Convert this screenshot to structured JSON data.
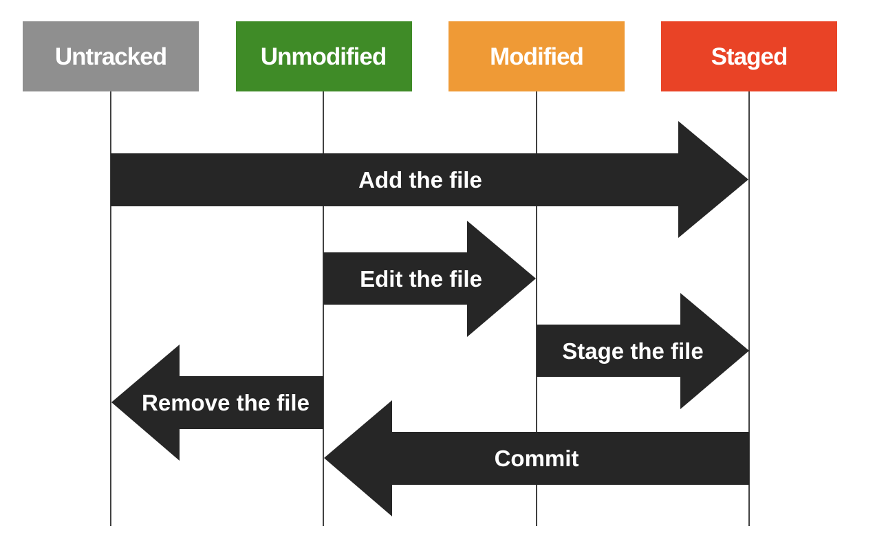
{
  "states": [
    {
      "id": "untracked",
      "label": "Untracked",
      "color": "#8f8f8f"
    },
    {
      "id": "unmodified",
      "label": "Unmodified",
      "color": "#3f8b27"
    },
    {
      "id": "modified",
      "label": "Modified",
      "color": "#ef9a36"
    },
    {
      "id": "staged",
      "label": "Staged",
      "color": "#e94326"
    }
  ],
  "transitions": [
    {
      "id": "add",
      "label": "Add the file",
      "from": "untracked",
      "to": "staged"
    },
    {
      "id": "edit",
      "label": "Edit the file",
      "from": "unmodified",
      "to": "modified"
    },
    {
      "id": "stage",
      "label": "Stage the file",
      "from": "modified",
      "to": "staged"
    },
    {
      "id": "remove",
      "label": "Remove the file",
      "from": "unmodified",
      "to": "untracked"
    },
    {
      "id": "commit",
      "label": "Commit",
      "from": "staged",
      "to": "unmodified"
    }
  ],
  "arrow_color": "#262626"
}
